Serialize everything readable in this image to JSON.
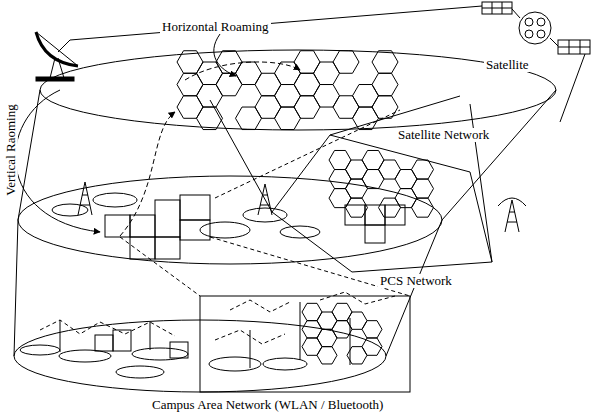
{
  "diagram": {
    "labels": [
      "Satellite",
      "Horizontal Roaming",
      "Satellite Network",
      "Vertical Raoming",
      "PCS Network",
      "Campus Area Network (WLAN / Bluetooth)"
    ]
  }
}
